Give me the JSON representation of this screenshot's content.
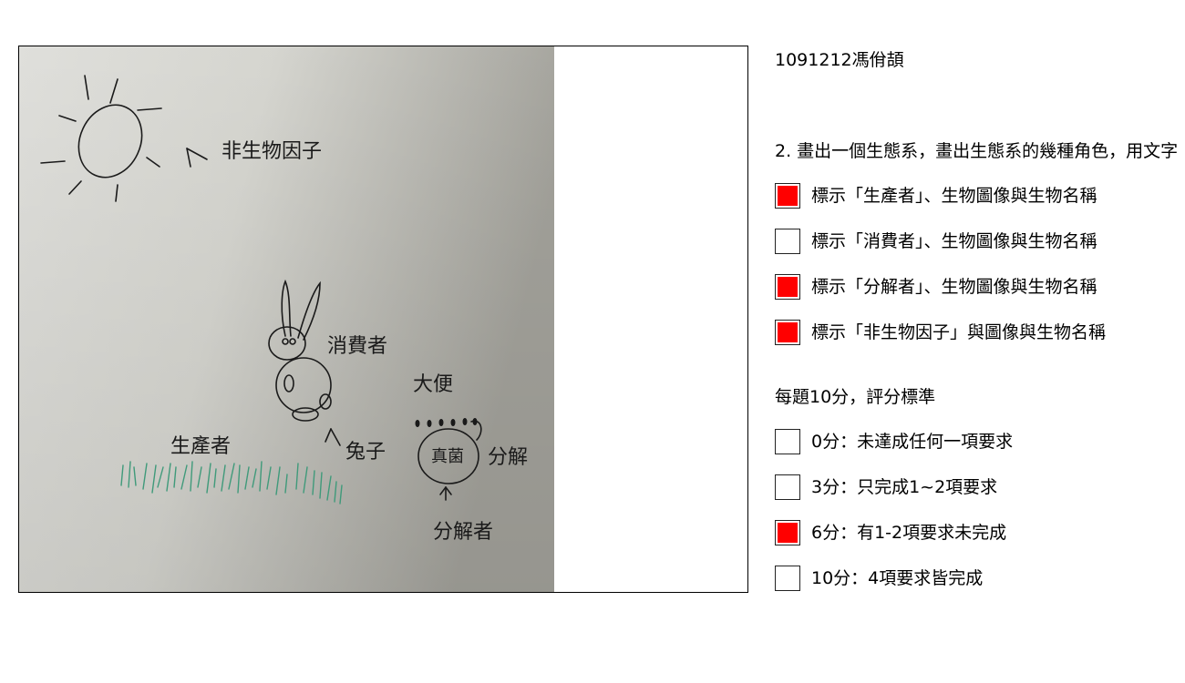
{
  "title": "1091212馮佾頡",
  "question": "2. 畫出一個生態系，畫出生態系的幾種角色，用文字",
  "criteria": [
    {
      "label": "標示「生產者」、生物圖像與生物名稱",
      "checked": true
    },
    {
      "label": "標示「消費者」、生物圖像與生物名稱",
      "checked": false
    },
    {
      "label": "標示「分解者」、生物圖像與生物名稱",
      "checked": true
    },
    {
      "label": "標示「非生物因子」與圖像與生物名稱",
      "checked": true
    }
  ],
  "scoring": {
    "title": "每題10分，評分標準",
    "levels": [
      {
        "label": "0分：未達成任何一項要求",
        "checked": false
      },
      {
        "label": "3分：只完成1~2項要求",
        "checked": false
      },
      {
        "label": "6分：有1-2項要求未完成",
        "checked": true
      },
      {
        "label": "10分：4項要求皆完成",
        "checked": false
      }
    ]
  },
  "drawing": {
    "sun_label": "非生物因子",
    "rabbit_label": "消費者",
    "rabbit_name": "兔子",
    "grass_label": "生產者",
    "feces_label": "大便",
    "fungus_name": "真菌",
    "decompose_label": "分解",
    "decomposer_label": "分解者"
  },
  "colors": {
    "checked": "#ff0000",
    "ink": "#1a1a1a",
    "grass": "#3f9a7a"
  }
}
